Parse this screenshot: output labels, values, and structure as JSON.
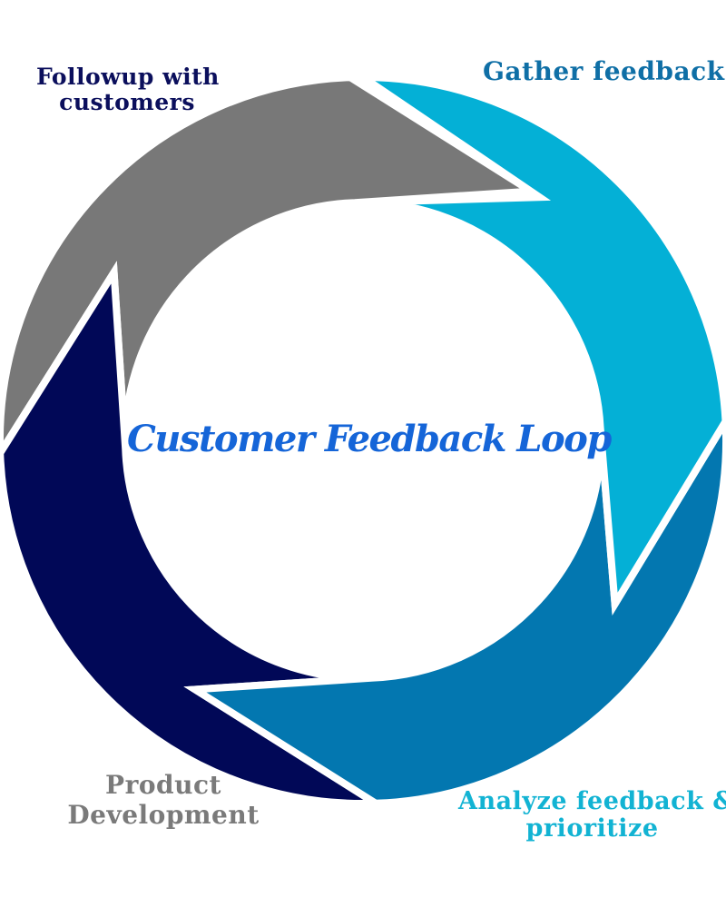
{
  "diagram": {
    "center_title": "Customer Feedback Loop",
    "stages": [
      {
        "id": "gather",
        "label_lines": [
          "Gather feedback"
        ],
        "color": "#04b0d6",
        "label_color": "#0f6fa6"
      },
      {
        "id": "analyze",
        "label_lines": [
          "Analyze feedback &",
          "prioritize"
        ],
        "color": "#0377b0",
        "label_color": "#12b3d3"
      },
      {
        "id": "product",
        "label_lines": [
          "Product",
          "Development"
        ],
        "color": "#010857",
        "label_color": "#7a7a7a"
      },
      {
        "id": "followup",
        "label_lines": [
          "Followup with",
          "customers"
        ],
        "color": "#787878",
        "label_color": "#0b0f5c"
      }
    ],
    "title_color": "#1565d8"
  }
}
